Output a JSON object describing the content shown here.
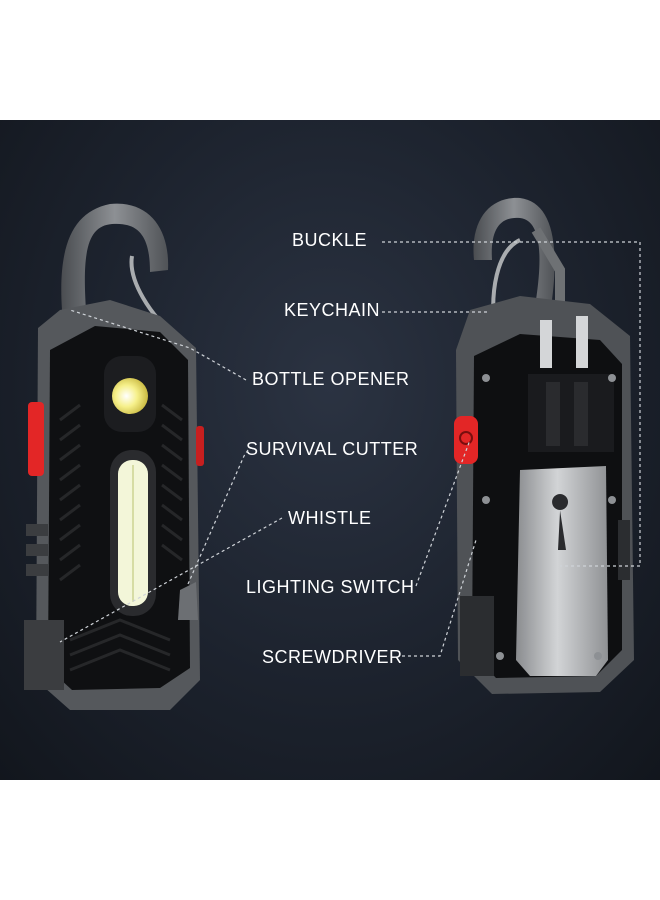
{
  "labels": {
    "buckle": "BUCKLE",
    "keychain": "KEYCHAIN",
    "bottle_opener": "BOTTLE OPENER",
    "survival_cutter": "SURVIVAL CUTTER",
    "whistle": "WHISTLE",
    "lighting_switch": "LIGHTING SWITCH",
    "screwdriver": "SCREWDRIVER"
  },
  "colors": {
    "background": "#1c222d",
    "body": "#0f1012",
    "metal": "#6e7174",
    "accent_red": "#e32626",
    "cob_light": "#f3f6d9",
    "label_text": "#ffffff"
  }
}
